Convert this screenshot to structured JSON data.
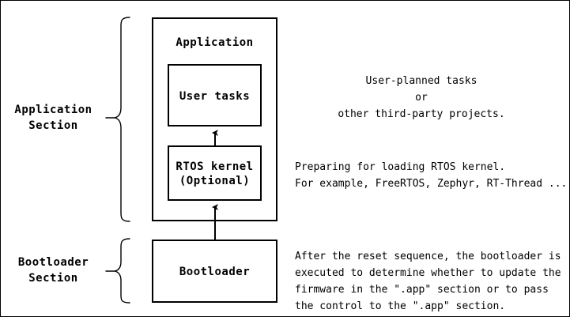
{
  "diagram": {
    "title": "Firmware memory layout: Application Section and Bootloader Section",
    "colors": {
      "background": "#ffffff",
      "stroke": "#000000",
      "text": "#000000"
    },
    "sections": [
      {
        "key": "application",
        "label": "Application\nSection"
      },
      {
        "key": "bootloader",
        "label": "Bootloader\nSection"
      }
    ],
    "boxes": {
      "application_outer": {
        "label": "Application"
      },
      "user_tasks": {
        "label": "User tasks"
      },
      "rtos_kernel": {
        "label": "RTOS kernel\n(Optional)"
      },
      "bootloader": {
        "label": "Bootloader"
      }
    },
    "notes": {
      "user_tasks": "User-planned tasks\nor\nother third-party projects.",
      "rtos_kernel": "Preparing for loading RTOS kernel.\nFor example, FreeRTOS, Zephyr, RT-Thread ...",
      "bootloader": "After the reset sequence, the bootloader is\nexecuted to determine whether to update the\nfirmware in the \".app\" section or to pass\nthe control to the \".app\" section."
    },
    "arrows": [
      {
        "name": "rtos-to-user-tasks",
        "from": "rtos_kernel",
        "to": "user_tasks"
      },
      {
        "name": "bootloader-to-rtos",
        "from": "bootloader",
        "to": "rtos_kernel"
      }
    ]
  }
}
